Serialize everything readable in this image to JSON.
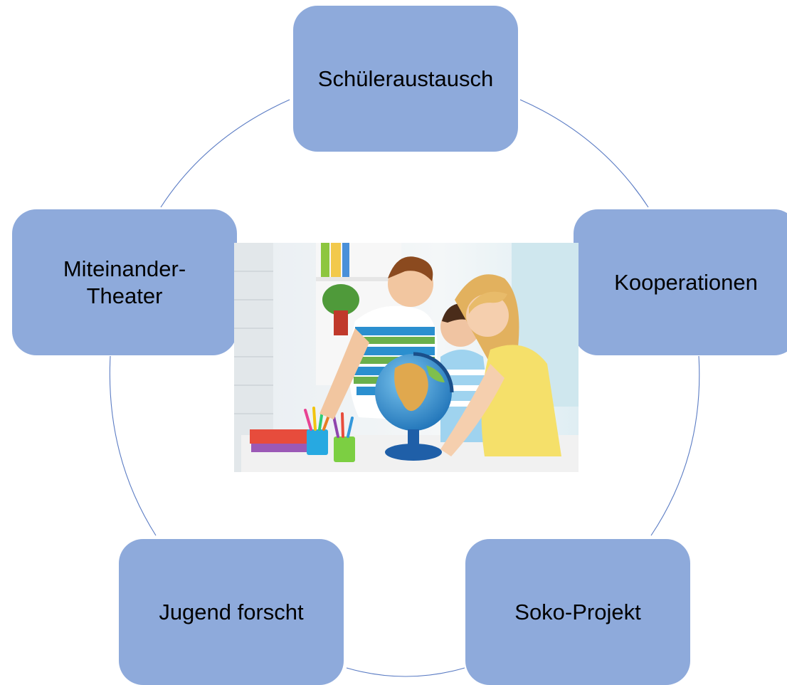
{
  "diagram": {
    "ring_color": "#5b7cc4",
    "node_color": "#8eaadb",
    "nodes": [
      {
        "label": "Schüleraustausch"
      },
      {
        "label": "Kooperationen"
      },
      {
        "label": "Soko-Projekt"
      },
      {
        "label": "Jugend forscht"
      },
      {
        "label": "Miteinander-\nTheater"
      }
    ],
    "center_image": {
      "icon": "children-with-globe-photo"
    }
  }
}
